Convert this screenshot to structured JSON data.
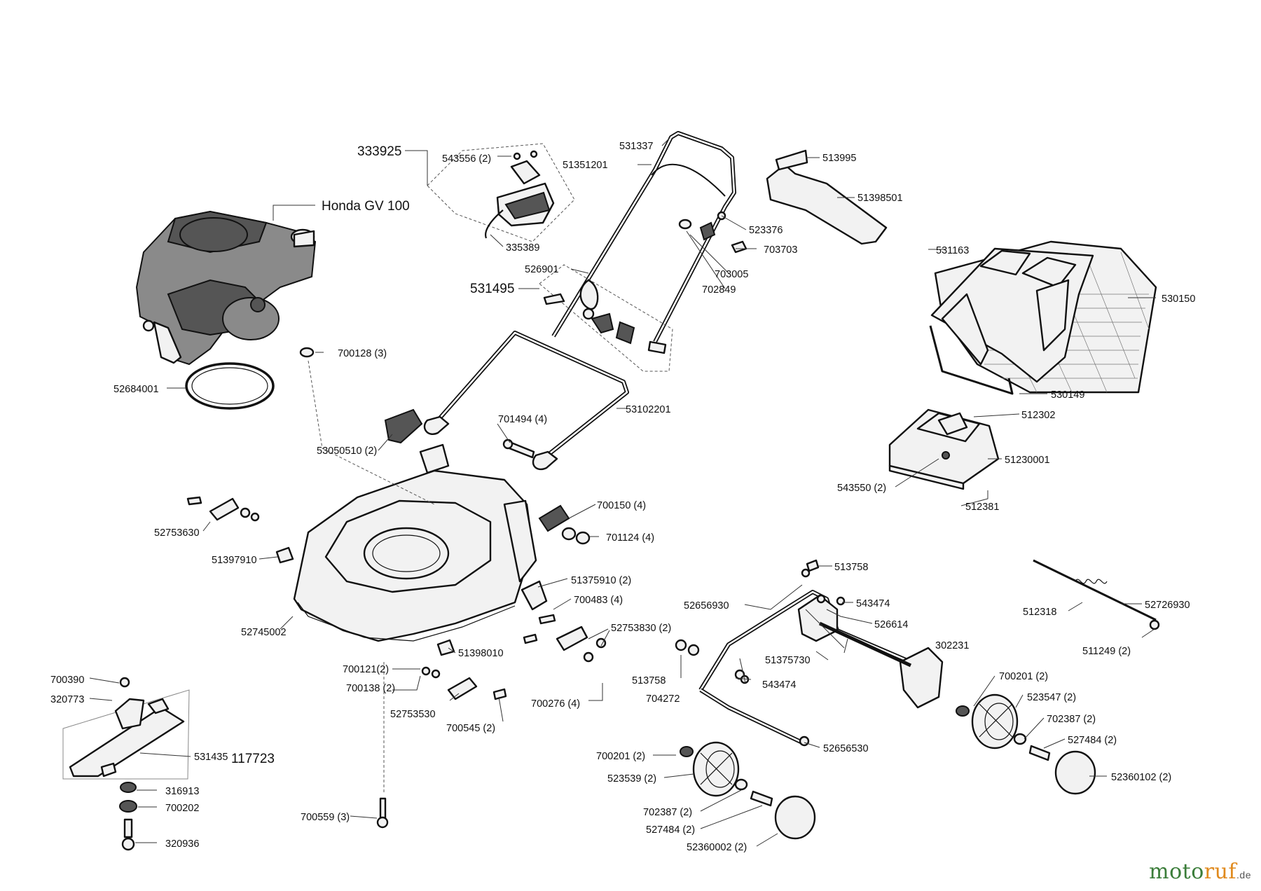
{
  "diagram": {
    "labels": {
      "l333925": "333925",
      "l543556": "543556 (2)",
      "l335389": "335389",
      "l_honda": "Honda GV 100",
      "l531337": "531337",
      "l51351201": "51351201",
      "l513995": "513995",
      "l51398501": "51398501",
      "l523376": "523376",
      "l703703": "703703",
      "l703005": "703005",
      "l702849": "702849",
      "l526901": "526901",
      "l531495": "531495",
      "l531163": "531163",
      "l530150": "530150",
      "l700128": "700128 (3)",
      "l530149": "530149",
      "l52684001": "52684001",
      "l53102201": "53102201",
      "l701494": "701494 (4)",
      "l512302": "512302",
      "l53050510": "53050510 (2)",
      "l51230001": "51230001",
      "l543550": "543550 (2)",
      "l512381": "512381",
      "l700150": "700150 (4)",
      "l52753630": "52753630",
      "l701124": "701124 (4)",
      "l51397910": "51397910",
      "l513758a": "513758",
      "l51375910": "51375910 (2)",
      "l700483": "700483 (4)",
      "l52656930": "52656930",
      "l543474a": "543474",
      "l512318": "512318",
      "l52726930": "52726930",
      "l52745002": "52745002",
      "l52753830": "52753830 (2)",
      "l526614": "526614",
      "l302231": "302231",
      "l511249": "511249 (2)",
      "l51398010": "51398010",
      "l513758b": "513758",
      "l51375730": "51375730",
      "l700121": "700121(2)",
      "l700201a": "700201 (2)",
      "l700390": "700390",
      "l704272": "704272",
      "l543474b": "543474",
      "l523547": "523547 (2)",
      "l700138": "700138 (2)",
      "l320773": "320773",
      "l700276": "700276 (4)",
      "l702387a": "702387 (2)",
      "l52753530": "52753530",
      "l527484a": "527484 (2)",
      "l700545": "700545 (2)",
      "l531435": "531435",
      "l117723": "117723",
      "l52656530": "52656530",
      "l700201b": "700201 (2)",
      "l316913": "316913",
      "l523539": "523539 (2)",
      "l52360102": "52360102 (2)",
      "l700202": "700202",
      "l702387b": "702387 (2)",
      "l700559": "700559 (3)",
      "l527484b": "527484 (2)",
      "l320936": "320936",
      "l52360002": "52360002 (2)"
    }
  },
  "watermark": {
    "brand_a": "moto",
    "brand_b": "ruf",
    "tld": ".de"
  }
}
